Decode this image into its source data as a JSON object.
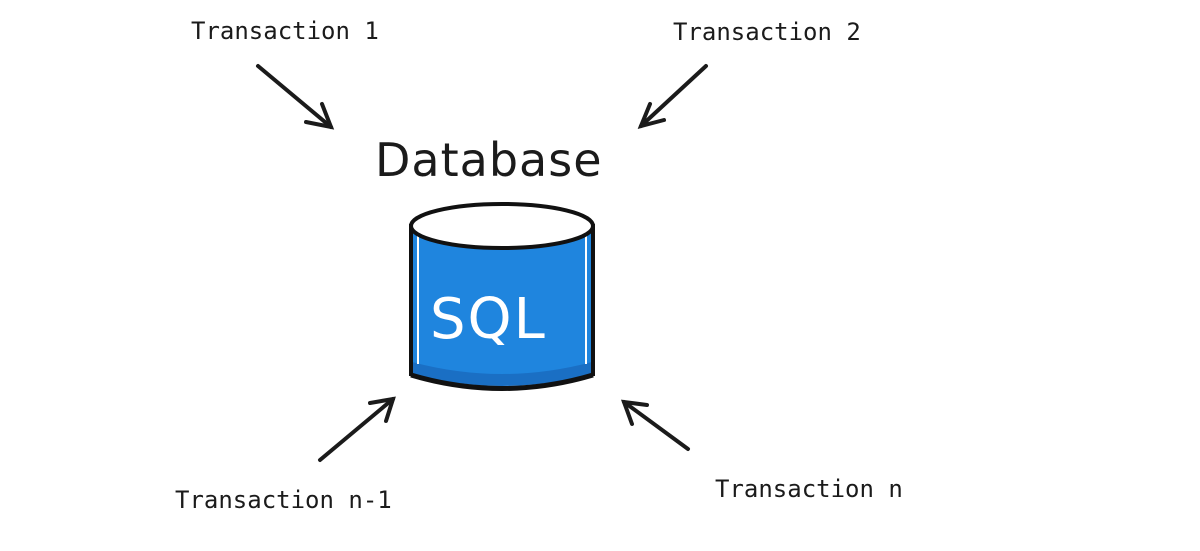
{
  "diagram": {
    "title": "Database",
    "database_label": "SQL",
    "transactions": [
      {
        "id": "t1",
        "label": "Transaction 1"
      },
      {
        "id": "t2",
        "label": "Transaction 2"
      },
      {
        "id": "tn1",
        "label": "Transaction n-1"
      },
      {
        "id": "tn",
        "label": "Transaction n"
      }
    ],
    "colors": {
      "cylinder_fill": "#1f85de",
      "cylinder_bottom": "#1a6fc4",
      "stroke": "#111111",
      "background": "#ffffff"
    },
    "icons": [
      "database-cylinder-icon",
      "arrow-icon"
    ]
  }
}
